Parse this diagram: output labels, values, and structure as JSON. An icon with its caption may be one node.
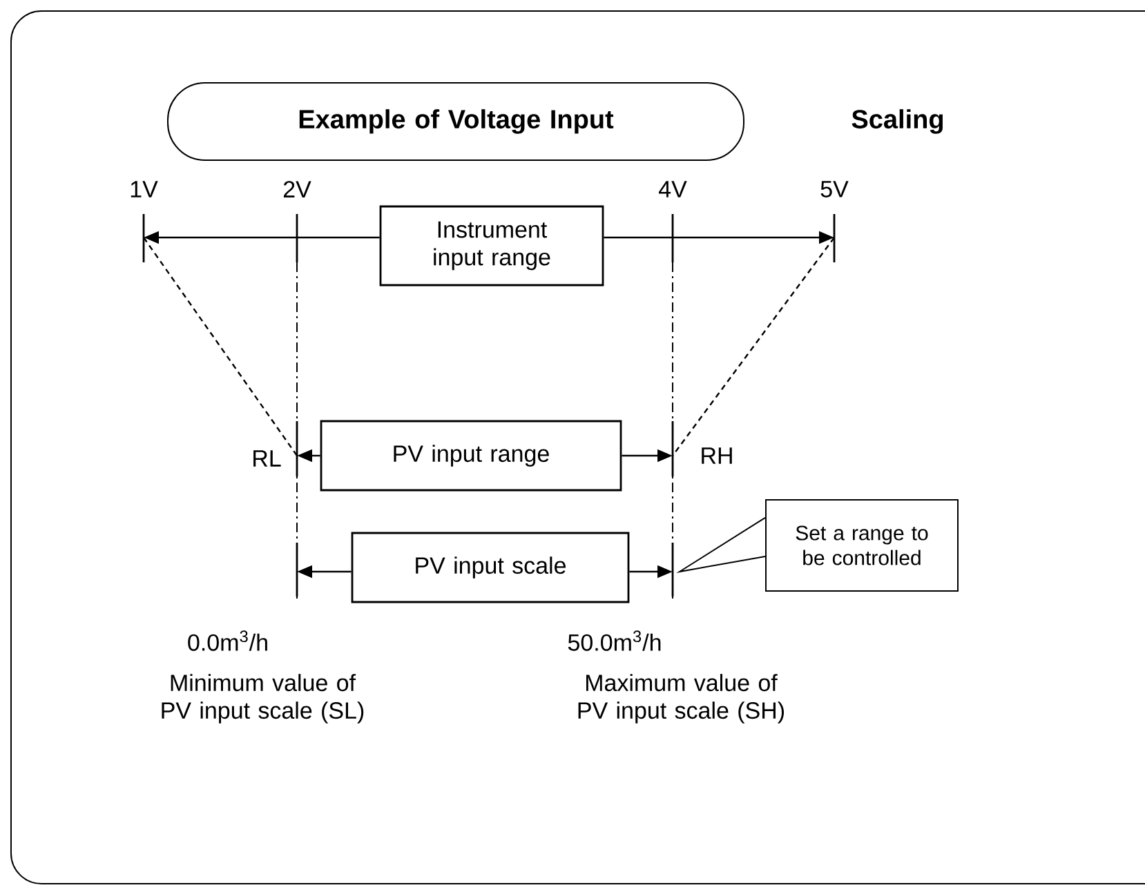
{
  "diagram": {
    "nodes": [
      {
        "text": [
          "Example of Voltage Input"
        ]
      },
      {
        "text": [
          "Instrument input range"
        ]
      },
      {
        "text": [
          "PV input range"
        ]
      },
      {
        "text": [
          "PV input scale"
        ]
      },
      {
        "text": [
          "Set a range to be controlled"
        ]
      }
    ],
    "edges": [
      {
        "from": 1,
        "to": null,
        "arrow": "to"
      },
      {
        "from": 1,
        "to": null,
        "arrow": "to"
      },
      {
        "from": 2,
        "to": null,
        "arrow": "to"
      },
      {
        "from": 2,
        "to": null,
        "arrow": "to"
      },
      {
        "from": 3,
        "to": null,
        "arrow": "to"
      },
      {
        "from": 3,
        "to": null,
        "arrow": "to"
      },
      {
        "from": 4,
        "to": null,
        "arrow": "none"
      }
    ],
    "labels": [
      "Scaling",
      "1V",
      "2V",
      "4V",
      "5V",
      "RL",
      "RH",
      "0.0m$^{3}$/h",
      "50.0m$^{3}$/h",
      "Minimum value of PV input scale (SL)",
      "Maximum value of PV input scale (SH)"
    ]
  }
}
